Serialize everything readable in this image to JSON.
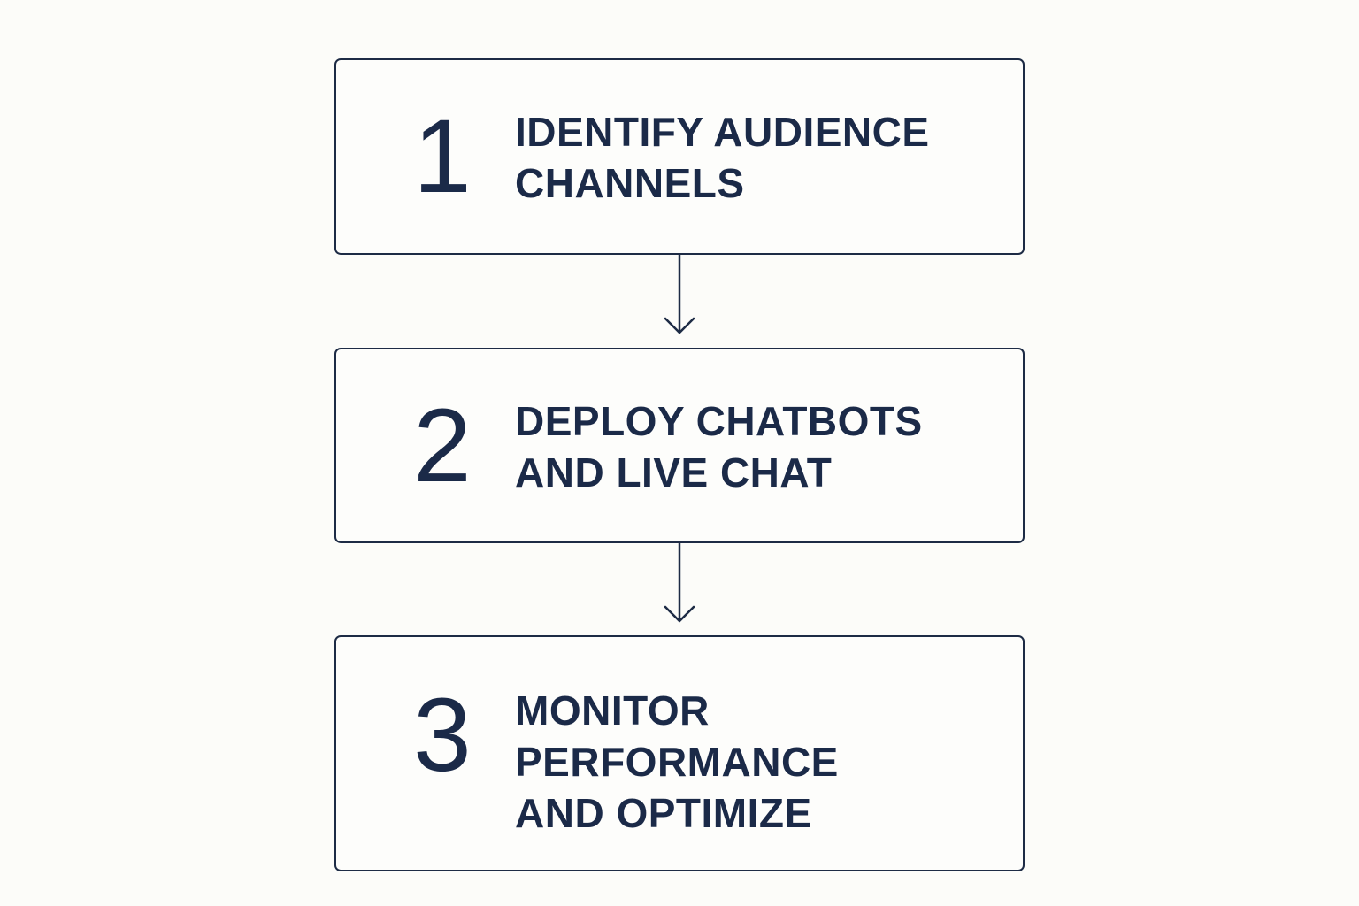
{
  "steps": [
    {
      "number": "1",
      "lines": [
        "IDENTIFY AUDIENCE",
        "CHANNELS"
      ]
    },
    {
      "number": "2",
      "lines": [
        "DEPLOY CHATBOTS",
        "AND LIVE CHAT"
      ]
    },
    {
      "number": "3",
      "lines": [
        "MONITOR",
        "PERFORMANCE",
        "AND OPTIMIZE"
      ]
    }
  ],
  "colors": {
    "background": "#fcfcf9",
    "ink": "#1b2a48"
  }
}
